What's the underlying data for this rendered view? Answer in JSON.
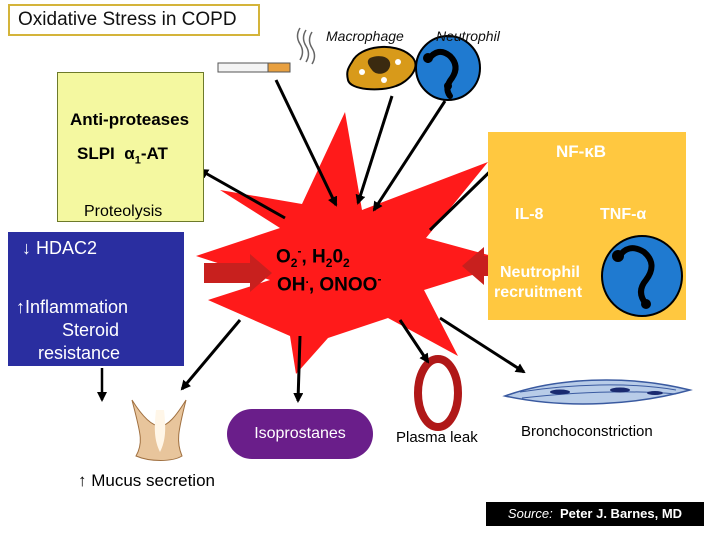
{
  "title": "Oxidative Stress in COPD",
  "cells": {
    "macrophage": "Macrophage",
    "neutrophil": "Neutrophil"
  },
  "antiproteases": {
    "heading": "Anti-proteases",
    "slpi": "SLPI",
    "alpha_at": "α",
    "sub": "1",
    "at": "-AT",
    "proteolysis": "Proteolysis"
  },
  "nfkb": {
    "label": "NF-κB",
    "il8": "IL-8",
    "tnf": "TNF-α",
    "recruit_1": "Neutrophil",
    "recruit_2": "recruitment"
  },
  "hdac": {
    "line1": "↓ HDAC2",
    "line2": "↑Inflammation",
    "line3": "Steroid",
    "line4": "resistance"
  },
  "oxidants": {
    "o2": "O",
    "o2_sub": "2",
    "o2_sup": "-",
    "sep1": ", H",
    "h_sub": "2",
    "zero": "0",
    "two_sub": "2",
    "oh": "OH",
    "oh_sup": ".",
    "sep2": ", ONOO",
    "onoo_sup": "-"
  },
  "outcomes": {
    "isoprostanes": "Isoprostanes",
    "plasma_leak": "Plasma leak",
    "broncho": "Bronchoconstriction",
    "mucus": "↑ Mucus secretion"
  },
  "source": {
    "prefix": "Source:",
    "author": "Peter J. Barnes, MD"
  },
  "colors": {
    "red_arrow": "#c8201e",
    "burst": "#ff1a1a",
    "nfkb_bg": "#ffc840",
    "hdac_bg": "#2a2ea0",
    "antiprot_bg": "#f4f8a0",
    "isop_bg": "#6a1e8a",
    "neutrophil": "#1f7ad0"
  }
}
